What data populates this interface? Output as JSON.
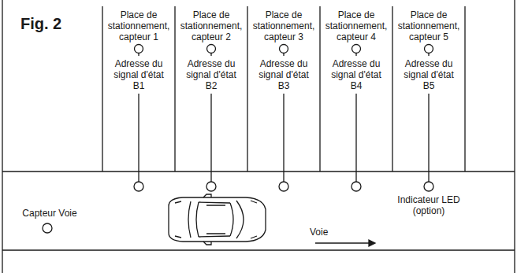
{
  "diagram": {
    "title": "Fig. 2",
    "nodes": [
      {
        "text": [
          "Place de stationnement, capteur 1",
          "Adresse du signal d'état B1"
        ]
      },
      {
        "text": [
          "Place de stationnement, capteur 2",
          "Adresse du signal d'état B2"
        ]
      },
      {
        "text": [
          "Place de stationnement, capteur 3",
          "Adresse du signal d'état B3"
        ]
      },
      {
        "text": [
          "Place de stationnement, capteur 4",
          "Adresse du signal d'état B4"
        ]
      },
      {
        "text": [
          "Place de stationnement, capteur 5",
          "Adresse du signal d'état B5"
        ]
      }
    ],
    "labels": [
      "Capteur Voie",
      "Voie",
      "Indicateur LED (option)"
    ]
  }
}
